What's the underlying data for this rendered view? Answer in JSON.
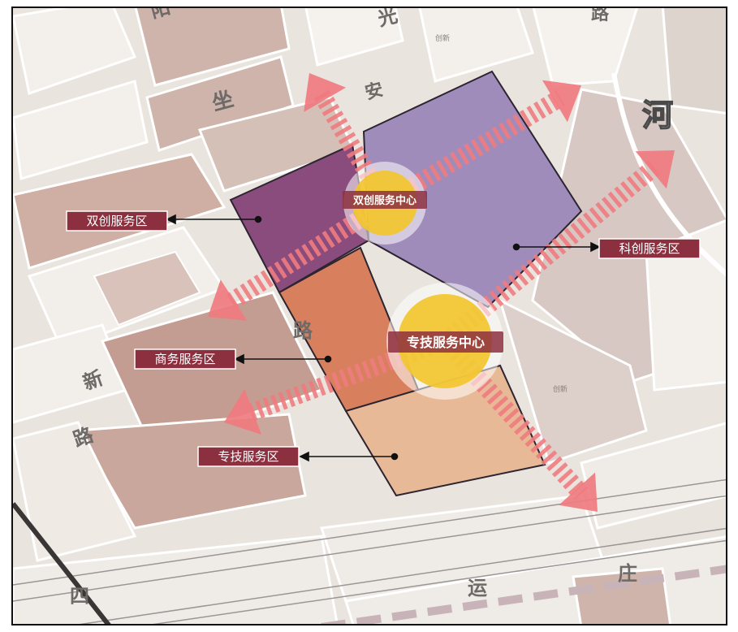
{
  "map": {
    "street_chars": [
      "阳",
      "光",
      "路",
      "坐",
      "安",
      "路",
      "新",
      "路",
      "河",
      "四",
      "运",
      "庄"
    ],
    "plot_labels": [
      "创新",
      "创新"
    ],
    "centers": [
      {
        "label": "双创服务中心"
      },
      {
        "label": "专技服务中心"
      }
    ],
    "zones": [
      {
        "label": "双创服务区"
      },
      {
        "label": "科创服务区"
      },
      {
        "label": "商务服务区"
      },
      {
        "label": "专技服务区"
      }
    ]
  },
  "colors": {
    "zone_shuangchuang": "#8a4c7c",
    "zone_kechuang": "#9f8cbb",
    "zone_shangwu": "#d8805e",
    "zone_zhuanji": "#e8b996",
    "center_fill": "#f2c62e",
    "axis_arrow": "#ef7b80",
    "tag_fill": "#8c2f3e"
  }
}
